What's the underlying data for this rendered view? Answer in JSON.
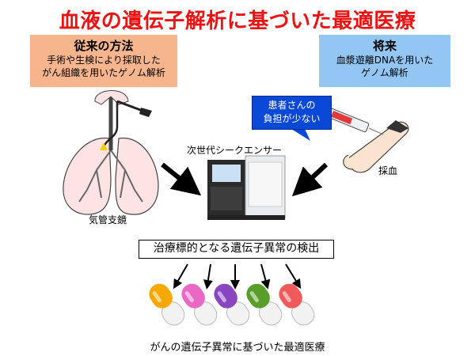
{
  "title": "血液の遺伝子解析に基づいた最適医療",
  "left_box": {
    "heading": "従来の方法",
    "line1": "手術や生検により採取した",
    "line2": "がん組織を用いたゲノム解析"
  },
  "right_box": {
    "heading": "将来",
    "line1": "血漿遊離DNAを用いた",
    "line2": "ゲノム解析"
  },
  "callout": {
    "line1": "患者さんの",
    "line2": "負担が少ない"
  },
  "labels": {
    "bronchoscope": "気管支鏡",
    "sequencer": "次世代シークエンサー",
    "blood_draw": "採血"
  },
  "detection": "治療標的となる遺伝子異常の検出",
  "bottom": "がんの遺伝子異常に基づいた最適医療",
  "colors": {
    "title": "#ee1111",
    "left_box": "#f7b58d",
    "right_box": "#93c6f3",
    "callout": "#0a49d8",
    "capsules": [
      "#f5a800",
      "#e868c4",
      "#8a45c0",
      "#5a9e2a",
      "#f05a5a"
    ]
  }
}
